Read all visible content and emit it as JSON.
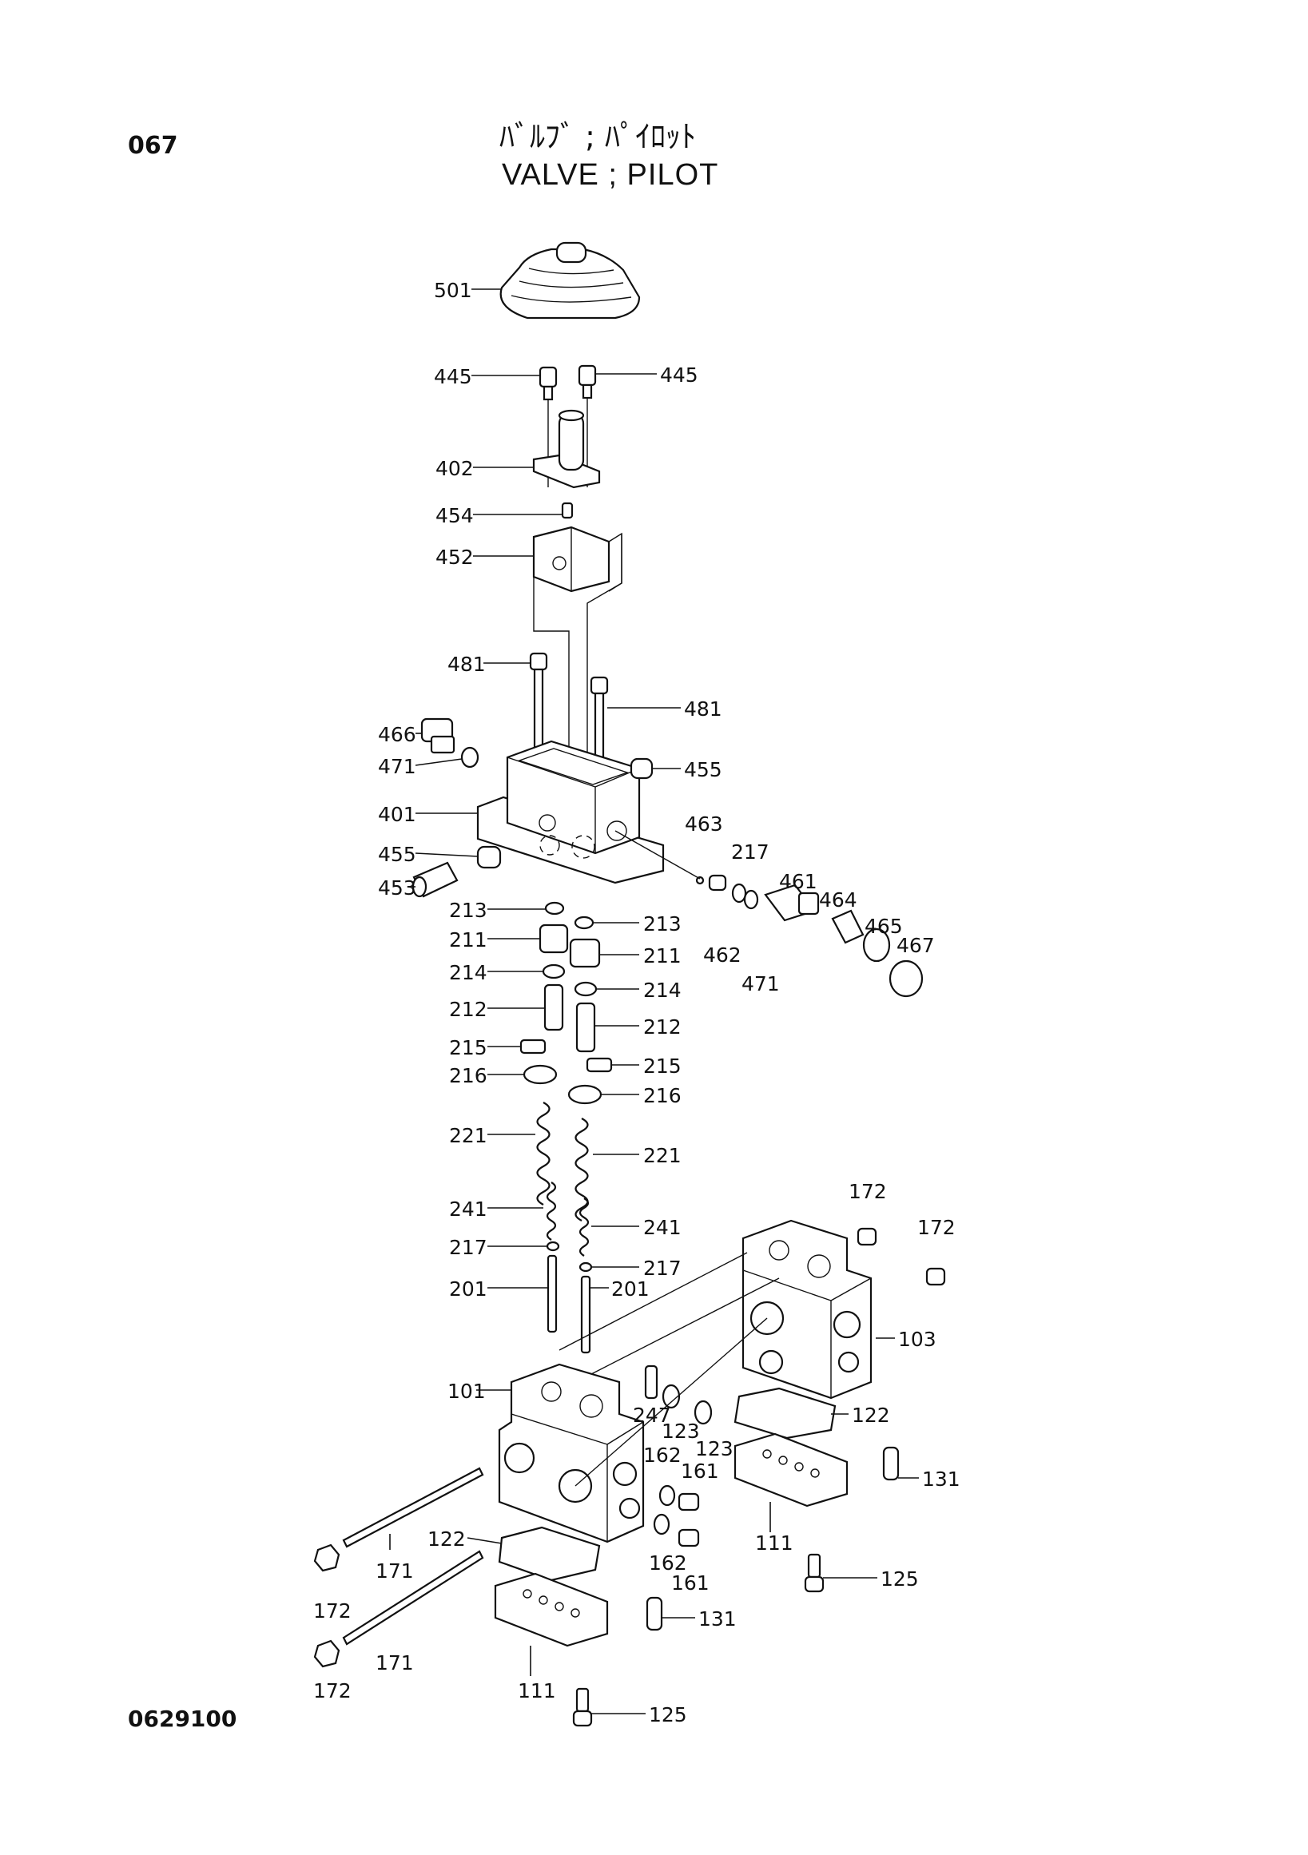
{
  "header": {
    "page_number": "067",
    "title_japanese": "ﾊﾞﾙﾌﾞ ; ﾊﾟｲﾛｯﾄ",
    "title_english": "VALVE ; PILOT"
  },
  "footer": {
    "document_code": "0629100"
  },
  "callouts": [
    {
      "id": "c501",
      "text": "501"
    },
    {
      "id": "c445a",
      "text": "445"
    },
    {
      "id": "c445b",
      "text": "445"
    },
    {
      "id": "c402",
      "text": "402"
    },
    {
      "id": "c454",
      "text": "454"
    },
    {
      "id": "c452",
      "text": "452"
    },
    {
      "id": "c481a",
      "text": "481"
    },
    {
      "id": "c481b",
      "text": "481"
    },
    {
      "id": "c466",
      "text": "466"
    },
    {
      "id": "c471a",
      "text": "471"
    },
    {
      "id": "c455a",
      "text": "455"
    },
    {
      "id": "c401",
      "text": "401"
    },
    {
      "id": "c455b",
      "text": "455"
    },
    {
      "id": "c453",
      "text": "453"
    },
    {
      "id": "c463",
      "text": "463"
    },
    {
      "id": "c217a",
      "text": "217"
    },
    {
      "id": "c461",
      "text": "461"
    },
    {
      "id": "c464",
      "text": "464"
    },
    {
      "id": "c465",
      "text": "465"
    },
    {
      "id": "c467",
      "text": "467"
    },
    {
      "id": "c462",
      "text": "462"
    },
    {
      "id": "c471b",
      "text": "471"
    },
    {
      "id": "c213a",
      "text": "213"
    },
    {
      "id": "c213b",
      "text": "213"
    },
    {
      "id": "c211a",
      "text": "211"
    },
    {
      "id": "c211b",
      "text": "211"
    },
    {
      "id": "c214a",
      "text": "214"
    },
    {
      "id": "c214b",
      "text": "214"
    },
    {
      "id": "c212a",
      "text": "212"
    },
    {
      "id": "c212b",
      "text": "212"
    },
    {
      "id": "c215a",
      "text": "215"
    },
    {
      "id": "c215b",
      "text": "215"
    },
    {
      "id": "c216a",
      "text": "216"
    },
    {
      "id": "c216b",
      "text": "216"
    },
    {
      "id": "c221a",
      "text": "221"
    },
    {
      "id": "c221b",
      "text": "221"
    },
    {
      "id": "c241a",
      "text": "241"
    },
    {
      "id": "c241b",
      "text": "241"
    },
    {
      "id": "c217b",
      "text": "217"
    },
    {
      "id": "c217c",
      "text": "217"
    },
    {
      "id": "c201a",
      "text": "201"
    },
    {
      "id": "c201b",
      "text": "201"
    },
    {
      "id": "c172a",
      "text": "172"
    },
    {
      "id": "c172b",
      "text": "172"
    },
    {
      "id": "c103",
      "text": "103"
    },
    {
      "id": "c101",
      "text": "101"
    },
    {
      "id": "c247",
      "text": "247"
    },
    {
      "id": "c123a",
      "text": "123"
    },
    {
      "id": "c123b",
      "text": "123"
    },
    {
      "id": "c122a",
      "text": "122"
    },
    {
      "id": "c162a",
      "text": "162"
    },
    {
      "id": "c161a",
      "text": "161"
    },
    {
      "id": "c131a",
      "text": "131"
    },
    {
      "id": "c111a",
      "text": "111"
    },
    {
      "id": "c125a",
      "text": "125"
    },
    {
      "id": "c122b",
      "text": "122"
    },
    {
      "id": "c171a",
      "text": "171"
    },
    {
      "id": "c162b",
      "text": "162"
    },
    {
      "id": "c161b",
      "text": "161"
    },
    {
      "id": "c172c",
      "text": "172"
    },
    {
      "id": "c131b",
      "text": "131"
    },
    {
      "id": "c171b",
      "text": "171"
    },
    {
      "id": "c111b",
      "text": "111"
    },
    {
      "id": "c172d",
      "text": "172"
    },
    {
      "id": "c125b",
      "text": "125"
    }
  ]
}
